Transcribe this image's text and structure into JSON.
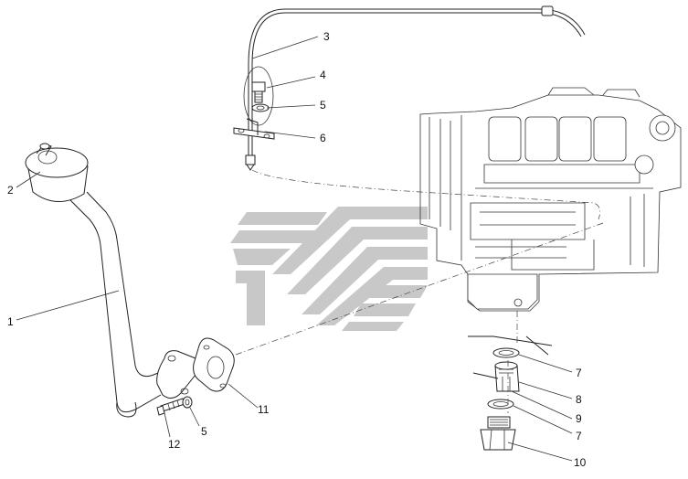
{
  "callouts": {
    "c1": "1",
    "c2": "2",
    "c3": "3",
    "c4": "4",
    "c5a": "5",
    "c5b": "5",
    "c6": "6",
    "c7a": "7",
    "c7b": "7",
    "c8": "8",
    "c9": "9",
    "c10": "10",
    "c11": "11",
    "c12": "12"
  },
  "watermark": {
    "color": "#c8c8c8",
    "icon": "brand-logo-watermark"
  },
  "colors": {
    "line": "#222222",
    "background": "#ffffff"
  }
}
